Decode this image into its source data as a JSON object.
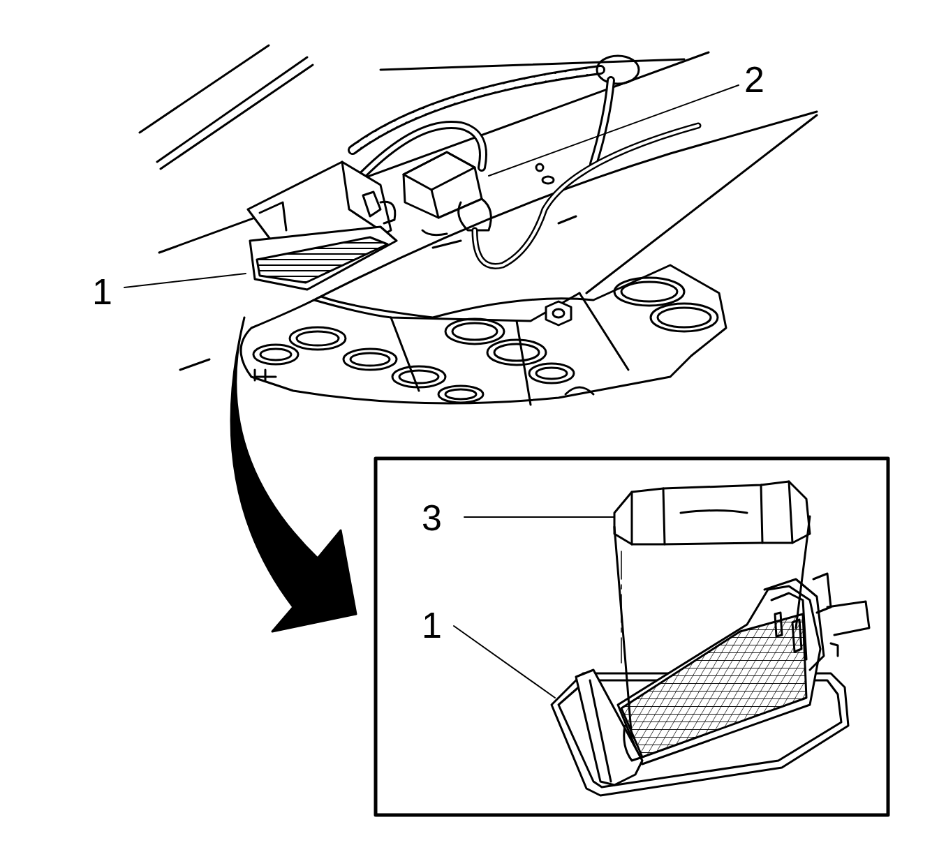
{
  "diagram": {
    "labels": [
      "2",
      "1",
      "3",
      "1"
    ]
  }
}
